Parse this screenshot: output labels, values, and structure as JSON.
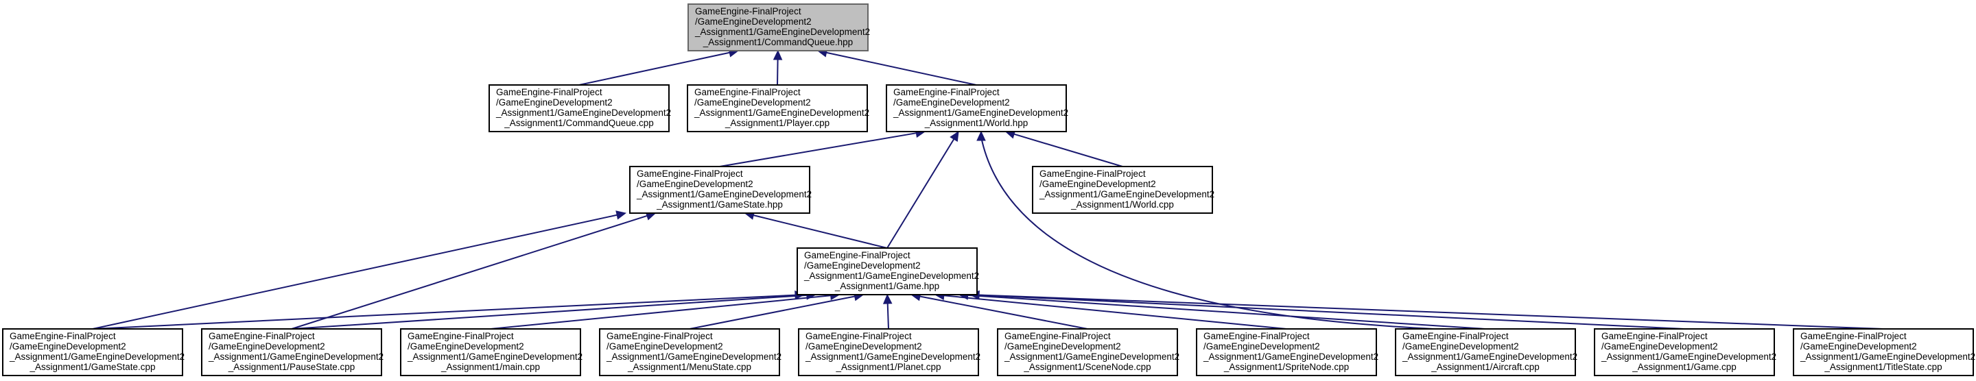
{
  "colors": {
    "edge": "#191970",
    "node_border": "#000000",
    "root_fill": "#bfbfbf",
    "root_border": "#666666",
    "node_fill": "#ffffff"
  },
  "nodes": [
    {
      "id": "commandqueue-hpp",
      "root": true,
      "lines": [
        "GameEngine-FinalProject",
        "/GameEngineDevelopment2",
        "_Assignment1/GameEngineDevelopment2",
        "_Assignment1/CommandQueue.hpp"
      ]
    },
    {
      "id": "commandqueue-cpp",
      "lines": [
        "GameEngine-FinalProject",
        "/GameEngineDevelopment2",
        "_Assignment1/GameEngineDevelopment2",
        "_Assignment1/CommandQueue.cpp"
      ]
    },
    {
      "id": "player-cpp",
      "lines": [
        "GameEngine-FinalProject",
        "/GameEngineDevelopment2",
        "_Assignment1/GameEngineDevelopment2",
        "_Assignment1/Player.cpp"
      ]
    },
    {
      "id": "world-hpp",
      "lines": [
        "GameEngine-FinalProject",
        "/GameEngineDevelopment2",
        "_Assignment1/GameEngineDevelopment2",
        "_Assignment1/World.hpp"
      ]
    },
    {
      "id": "gamestate-hpp",
      "lines": [
        "GameEngine-FinalProject",
        "/GameEngineDevelopment2",
        "_Assignment1/GameEngineDevelopment2",
        "_Assignment1/GameState.hpp"
      ]
    },
    {
      "id": "world-cpp",
      "lines": [
        "GameEngine-FinalProject",
        "/GameEngineDevelopment2",
        "_Assignment1/GameEngineDevelopment2",
        "_Assignment1/World.cpp"
      ]
    },
    {
      "id": "game-hpp",
      "lines": [
        "GameEngine-FinalProject",
        "/GameEngineDevelopment2",
        "_Assignment1/GameEngineDevelopment2",
        "_Assignment1/Game.hpp"
      ]
    },
    {
      "id": "gamestate-cpp",
      "lines": [
        "GameEngine-FinalProject",
        "/GameEngineDevelopment2",
        "_Assignment1/GameEngineDevelopment2",
        "_Assignment1/GameState.cpp"
      ]
    },
    {
      "id": "pausestate-cpp",
      "lines": [
        "GameEngine-FinalProject",
        "/GameEngineDevelopment2",
        "_Assignment1/GameEngineDevelopment2",
        "_Assignment1/PauseState.cpp"
      ]
    },
    {
      "id": "main-cpp",
      "lines": [
        "GameEngine-FinalProject",
        "/GameEngineDevelopment2",
        "_Assignment1/GameEngineDevelopment2",
        "_Assignment1/main.cpp"
      ]
    },
    {
      "id": "menustate-cpp",
      "lines": [
        "GameEngine-FinalProject",
        "/GameEngineDevelopment2",
        "_Assignment1/GameEngineDevelopment2",
        "_Assignment1/MenuState.cpp"
      ]
    },
    {
      "id": "planet-cpp",
      "lines": [
        "GameEngine-FinalProject",
        "/GameEngineDevelopment2",
        "_Assignment1/GameEngineDevelopment2",
        "_Assignment1/Planet.cpp"
      ]
    },
    {
      "id": "scenenode-cpp",
      "lines": [
        "GameEngine-FinalProject",
        "/GameEngineDevelopment2",
        "_Assignment1/GameEngineDevelopment2",
        "_Assignment1/SceneNode.cpp"
      ]
    },
    {
      "id": "spritenode-cpp",
      "lines": [
        "GameEngine-FinalProject",
        "/GameEngineDevelopment2",
        "_Assignment1/GameEngineDevelopment2",
        "_Assignment1/SpriteNode.cpp"
      ]
    },
    {
      "id": "aircraft-cpp",
      "lines": [
        "GameEngine-FinalProject",
        "/GameEngineDevelopment2",
        "_Assignment1/GameEngineDevelopment2",
        "_Assignment1/Aircraft.cpp"
      ]
    },
    {
      "id": "game-cpp",
      "lines": [
        "GameEngine-FinalProject",
        "/GameEngineDevelopment2",
        "_Assignment1/GameEngineDevelopment2",
        "_Assignment1/Game.cpp"
      ]
    },
    {
      "id": "titlestate-cpp",
      "lines": [
        "GameEngine-FinalProject",
        "/GameEngineDevelopment2",
        "_Assignment1/GameEngineDevelopment2",
        "_Assignment1/TitleState.cpp"
      ]
    }
  ],
  "edges": [
    {
      "from": "commandqueue-cpp",
      "to": "commandqueue-hpp"
    },
    {
      "from": "player-cpp",
      "to": "commandqueue-hpp"
    },
    {
      "from": "world-hpp",
      "to": "commandqueue-hpp"
    },
    {
      "from": "gamestate-hpp",
      "to": "world-hpp"
    },
    {
      "from": "world-cpp",
      "to": "world-hpp"
    },
    {
      "from": "game-hpp",
      "to": "world-hpp"
    },
    {
      "from": "aircraft-cpp",
      "to": "world-hpp"
    },
    {
      "from": "game-hpp",
      "to": "gamestate-hpp"
    },
    {
      "from": "gamestate-cpp",
      "to": "gamestate-hpp"
    },
    {
      "from": "pausestate-cpp",
      "to": "gamestate-hpp"
    },
    {
      "from": "gamestate-cpp",
      "to": "game-hpp"
    },
    {
      "from": "pausestate-cpp",
      "to": "game-hpp"
    },
    {
      "from": "main-cpp",
      "to": "game-hpp"
    },
    {
      "from": "menustate-cpp",
      "to": "game-hpp"
    },
    {
      "from": "planet-cpp",
      "to": "game-hpp"
    },
    {
      "from": "scenenode-cpp",
      "to": "game-hpp"
    },
    {
      "from": "spritenode-cpp",
      "to": "game-hpp"
    },
    {
      "from": "aircraft-cpp",
      "to": "game-hpp"
    },
    {
      "from": "game-cpp",
      "to": "game-hpp"
    },
    {
      "from": "titlestate-cpp",
      "to": "game-hpp"
    }
  ]
}
